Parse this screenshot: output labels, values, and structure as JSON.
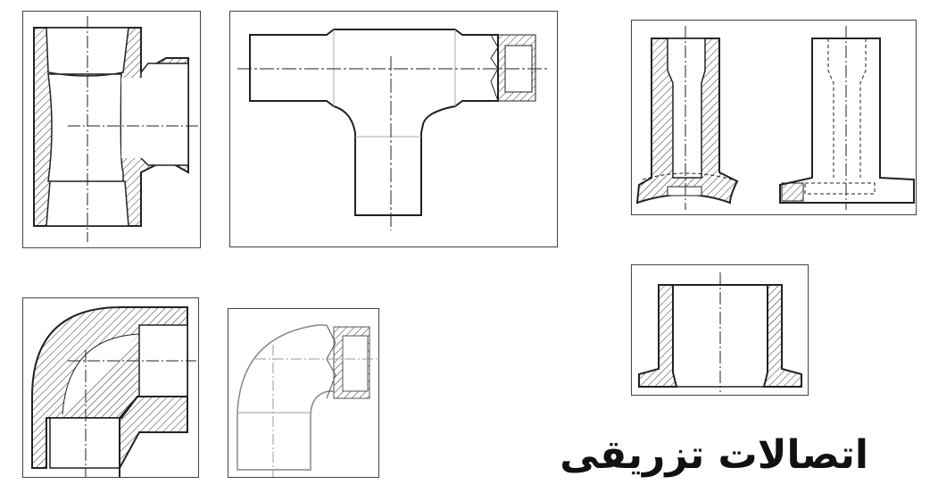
{
  "title": "اتصالات تزریقی",
  "colors": {
    "line": "#222222",
    "hatch": "#333333",
    "light_line": "#999999"
  },
  "figures": [
    "tee-section",
    "tee-outline",
    "coupling-section-and-outline",
    "elbow-section",
    "elbow-outline",
    "flanged-sleeve-section"
  ]
}
